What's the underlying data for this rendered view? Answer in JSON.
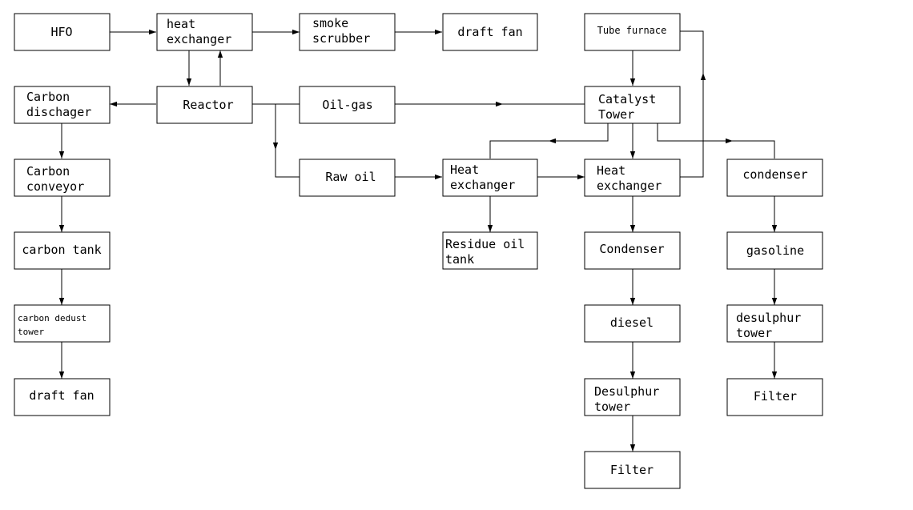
{
  "nodes": {
    "hfo": [
      "HFO"
    ],
    "heat_exchanger_top": [
      "heat",
      "exchanger"
    ],
    "smoke_scrubber": [
      "smoke",
      "scrubber"
    ],
    "draft_fan_top": [
      "draft fan"
    ],
    "tube_furnace": [
      "Tube furnace"
    ],
    "carbon_discharger": [
      "Carbon",
      "dischager"
    ],
    "reactor": [
      "Reactor"
    ],
    "oil_gas": [
      "Oil-gas"
    ],
    "catalyst_tower": [
      "Catalyst",
      "Tower"
    ],
    "carbon_conveyor": [
      "Carbon",
      "conveyor"
    ],
    "raw_oil": [
      "Raw oil"
    ],
    "heat_exchanger_mid": [
      "Heat",
      "exchanger"
    ],
    "heat_exchanger_right": [
      "Heat",
      "exchanger"
    ],
    "condenser_right": [
      "condenser"
    ],
    "carbon_tank": [
      "carbon tank"
    ],
    "residue_oil_tank": [
      "Residue oil",
      "tank"
    ],
    "condenser_mid": [
      "Condenser"
    ],
    "gasoline": [
      "gasoline"
    ],
    "carbon_dedust_tower": [
      "carbon dedust",
      "tower"
    ],
    "diesel": [
      "diesel"
    ],
    "desulphur_tower_right": [
      "desulphur",
      "tower"
    ],
    "draft_fan_bottom": [
      "draft fan"
    ],
    "desulphur_tower_mid": [
      "Desulphur",
      "tower"
    ],
    "filter_right": [
      "Filter"
    ],
    "filter_bottom": [
      "Filter"
    ]
  }
}
